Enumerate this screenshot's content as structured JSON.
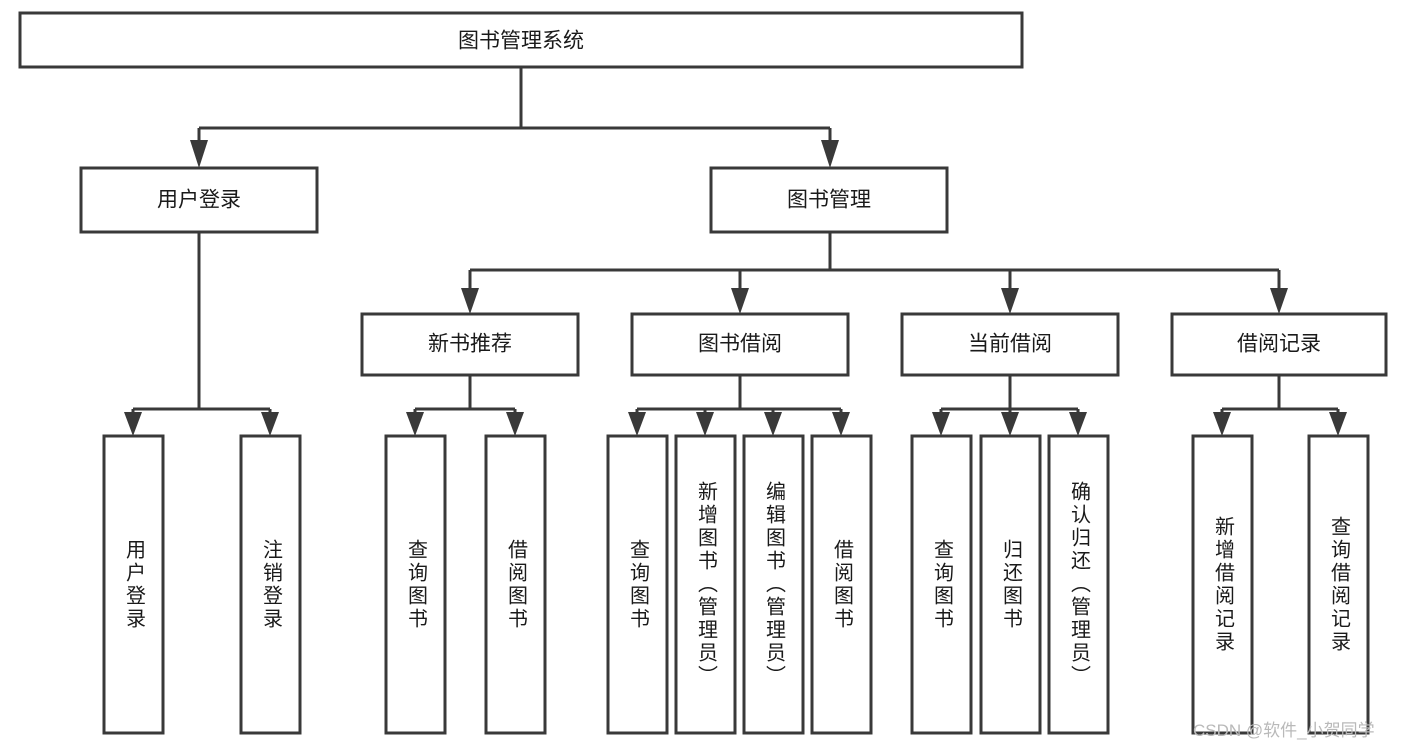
{
  "diagram": {
    "type": "tree-hierarchy",
    "title": "图书管理系统",
    "root": {
      "label": "图书管理系统",
      "orientation": "horizontal"
    },
    "level2": [
      {
        "label": "用户登录",
        "orientation": "horizontal"
      },
      {
        "label": "图书管理",
        "orientation": "horizontal"
      }
    ],
    "level3": [
      {
        "label": "新书推荐",
        "orientation": "horizontal",
        "parent": "图书管理"
      },
      {
        "label": "图书借阅",
        "orientation": "horizontal",
        "parent": "图书管理"
      },
      {
        "label": "当前借阅",
        "orientation": "horizontal",
        "parent": "图书管理"
      },
      {
        "label": "借阅记录",
        "orientation": "horizontal",
        "parent": "图书管理"
      }
    ],
    "leaves": {
      "user_login": [
        {
          "label": "用户登录",
          "orientation": "vertical"
        },
        {
          "label": "注销登录",
          "orientation": "vertical"
        }
      ],
      "new_book_recommend": [
        {
          "label": "查询图书",
          "orientation": "vertical"
        },
        {
          "label": "借阅图书",
          "orientation": "vertical"
        }
      ],
      "book_borrow": [
        {
          "label": "查询图书",
          "orientation": "vertical"
        },
        {
          "label": "新增图书（管理员）",
          "orientation": "vertical"
        },
        {
          "label": "编辑图书（管理员）",
          "orientation": "vertical"
        },
        {
          "label": "借阅图书",
          "orientation": "vertical"
        }
      ],
      "current_borrow": [
        {
          "label": "查询图书",
          "orientation": "vertical"
        },
        {
          "label": "归还图书",
          "orientation": "vertical"
        },
        {
          "label": "确认归还（管理员）",
          "orientation": "vertical"
        }
      ],
      "borrow_record": [
        {
          "label": "新增借阅记录",
          "orientation": "vertical"
        },
        {
          "label": "查询借阅记录",
          "orientation": "vertical"
        }
      ]
    },
    "colors": {
      "box_stroke": "#393939",
      "box_fill": "#ffffff",
      "text": "#1a1a1a",
      "background": "#ffffff",
      "watermark": "#b9b9b9"
    }
  },
  "watermark": {
    "text": "CSDN @软件_小贺同学"
  }
}
